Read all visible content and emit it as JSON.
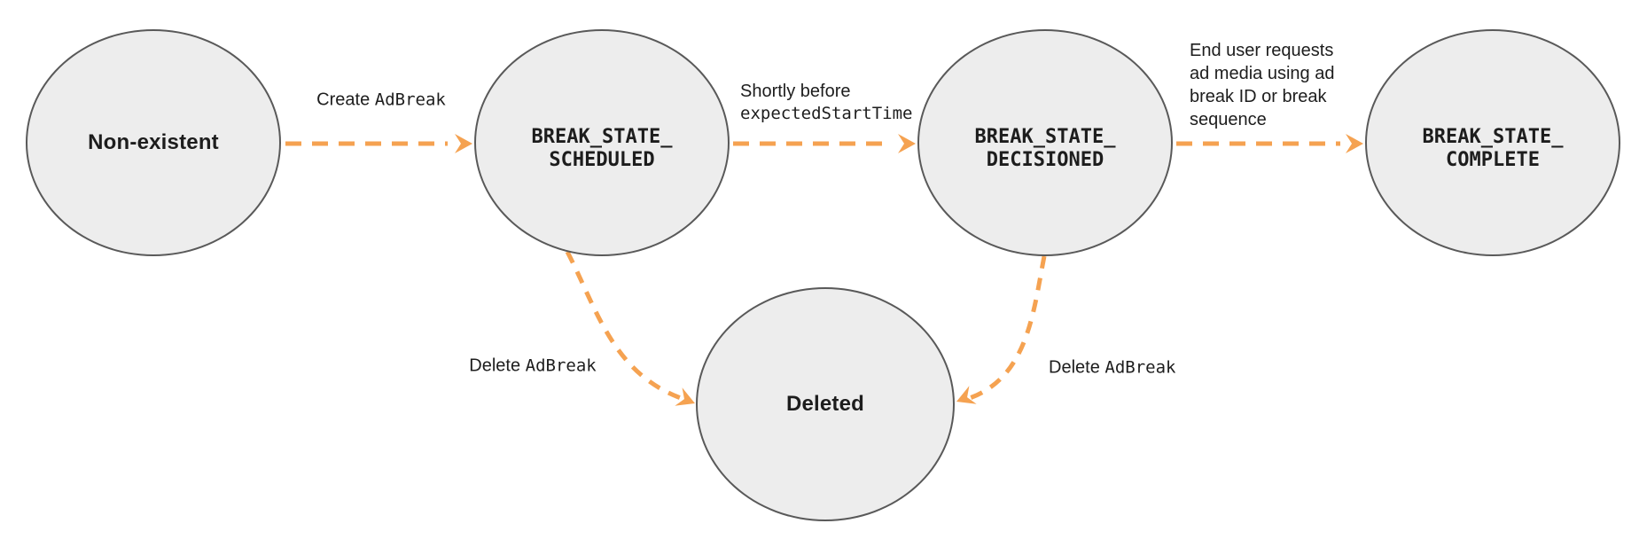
{
  "colors": {
    "arrow": "#F5A251",
    "node_fill": "#EDEDED",
    "node_stroke": "#595959",
    "text": "#1D1D1D",
    "bg": "#FFFFFF"
  },
  "states": {
    "non_existent": {
      "label": "Non-existent"
    },
    "scheduled": {
      "line1": "BREAK_STATE_",
      "line2": "SCHEDULED"
    },
    "decisioned": {
      "line1": "BREAK_STATE_",
      "line2": "DECISIONED"
    },
    "complete": {
      "line1": "BREAK_STATE_",
      "line2": "COMPLETE"
    },
    "deleted": {
      "label": "Deleted"
    }
  },
  "transitions": {
    "create": {
      "text": "Create ",
      "code": "AdBreak"
    },
    "decision": {
      "line1": "Shortly before",
      "code": "expectedStartTime"
    },
    "complete": {
      "lines": [
        "End user requests",
        "ad media using ad",
        "break ID or break",
        "sequence"
      ]
    },
    "delete_from_scheduled": {
      "text": "Delete ",
      "code": "AdBreak"
    },
    "delete_from_decisioned": {
      "text": "Delete ",
      "code": "AdBreak"
    }
  }
}
